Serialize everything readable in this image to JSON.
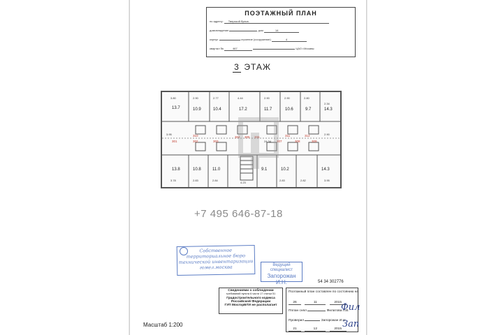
{
  "title_block": {
    "title": "ПОЭТАЖНЫЙ ПЛАН",
    "row1_prefix": "по адресу:",
    "row1_value": "Тверской бульв.",
    "row2_prefix": "домовладение",
    "row2_mid": "дом",
    "row2_num": "14",
    "row3_prefix": "корпус",
    "row3_mid": "строение (сооружение)",
    "row3_num": "4",
    "row4_prefix": "квартал №",
    "row4_value": "467",
    "row4_suffix": "ЦАО г.Москвы"
  },
  "floor": {
    "number": "3",
    "label": "ЭТАЖ"
  },
  "plan": {
    "top_dims": [
      "3.80",
      "2.90",
      "2.77",
      "4.44",
      "2.90",
      "2.90",
      "2.80",
      "2.34"
    ],
    "bottom_dims": [
      "3.78",
      "2.83",
      "2.84",
      "4.23",
      "2.83",
      "2.82",
      "3.95"
    ],
    "top_rooms": [
      {
        "n": "1",
        "area": "13.7"
      },
      {
        "n": "1",
        "area": "10.9"
      },
      {
        "n": "1",
        "area": "10.4"
      },
      {
        "n": "1",
        "area": "17.2"
      },
      {
        "n": "1",
        "area": "11.7"
      },
      {
        "n": "1",
        "area": "10.6"
      },
      {
        "n": "1",
        "area": "9.7"
      },
      {
        "n": "1",
        "area": "14.3"
      }
    ],
    "bottom_rooms": [
      {
        "n": "1",
        "area": "13.8"
      },
      {
        "n": "1",
        "area": "10.8"
      },
      {
        "n": "1",
        "area": "11.0"
      },
      {
        "n": "1",
        "area": "9.1"
      },
      {
        "n": "1",
        "area": "10.2"
      },
      {
        "n": "1",
        "area": "14.3"
      }
    ],
    "apartments": [
      "301",
      "302",
      "303",
      "304",
      "305",
      "306",
      "307",
      "308",
      "309",
      "310",
      "311",
      "312"
    ],
    "extra_dims": [
      "3.95",
      "24.34",
      "2.90"
    ]
  },
  "phone": "+7 495 646-87-18",
  "stamp_left": {
    "line1": "Собственное",
    "line2": "территориальное бюро",
    "line3": "технической инвентаризации",
    "line4": "гомел.москва"
  },
  "stamp_right": {
    "line1": "Ведущий",
    "line2": "специалист",
    "name": "Запорожан И.Н."
  },
  "cadastral_number": "54 34 302776",
  "info_box": {
    "line1": "Сведениями о соблюдении",
    "line2": "требований пункта 6 части 17 статьи 51",
    "line3": "Градостроительного кодекса",
    "line4": "Российской Федерации",
    "line5": "ГУП МосгорБТИ не располагает"
  },
  "sign_box": {
    "line1": "Поэтажный план составлен по состоянию на",
    "date1_day": "26",
    "date1_month": "11",
    "date1_year": "2015",
    "plan_label": "Пплан снял",
    "plan_name": "Филатова Л.В.",
    "checked_label": "Проверил",
    "checked_name": "Запорожан И.Н.",
    "date2_day": "21",
    "date2_month": "12",
    "date2_year": "2015",
    "sig1": "Фил",
    "sig2": "Зап"
  },
  "scale": "Масштаб 1:200"
}
